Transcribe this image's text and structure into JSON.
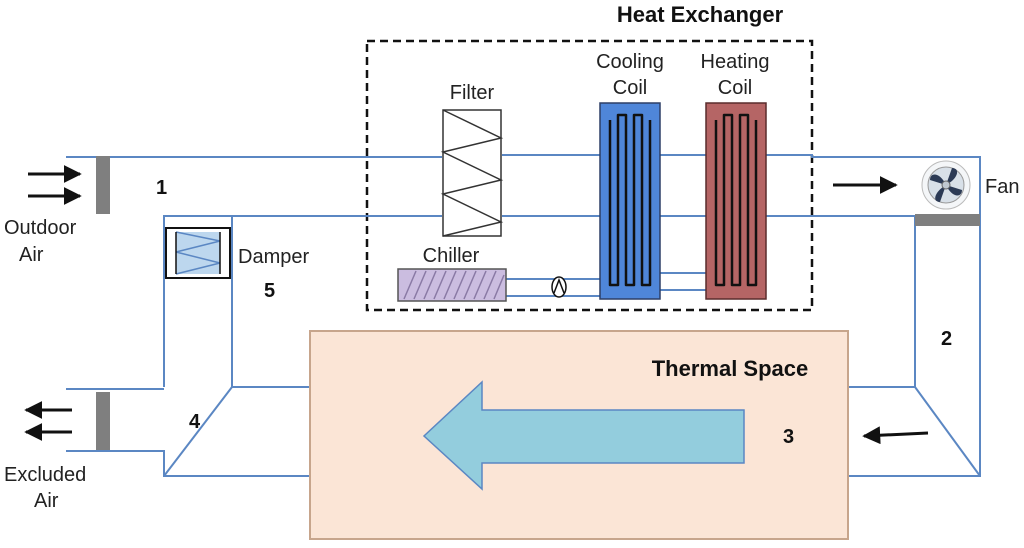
{
  "labels": {
    "heat_exchanger": "Heat Exchanger",
    "filter": "Filter",
    "cooling_coil_line1": "Cooling",
    "cooling_coil_line2": "Coil",
    "heating_coil_line1": "Heating",
    "heating_coil_line2": "Coil",
    "chiller": "Chiller",
    "fan": "Fan",
    "damper": "Damper",
    "outdoor_air_line1": "Outdoor",
    "outdoor_air_line2": "Air",
    "excluded_air_line1": "Excluded",
    "excluded_air_line2": "Air",
    "thermal_space": "Thermal Space"
  },
  "points": [
    "1",
    "2",
    "3",
    "4",
    "5"
  ],
  "colors": {
    "duct": "#5b87c3",
    "cooling_coil": "#4f86d9",
    "heating_coil": "#b56565",
    "chiller": "#cbbde0",
    "thermal_space_fill": "#fbe5d6",
    "thermal_space_border": "#c7a58c",
    "flow_arrow": "#93cddd",
    "damper_blade": "#bdd7ee",
    "wall_block": "#7f7f7f"
  },
  "icons": {
    "fan": "fan-icon",
    "arrows": "flow-arrow-icon"
  }
}
